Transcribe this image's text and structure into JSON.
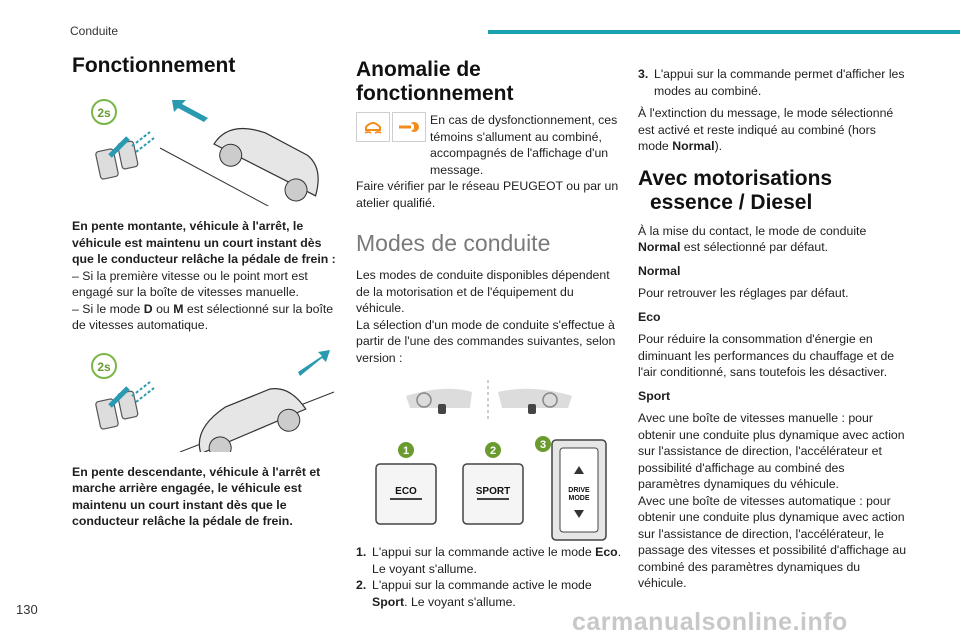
{
  "header": {
    "section": "Conduite"
  },
  "footer": {
    "page_number": "130",
    "watermark": "carmanualsonline.info"
  },
  "col1": {
    "title": "Fonctionnement",
    "fig1_badge": "2s",
    "p1": "En pente montante, véhicule à l'arrêt, le véhicule est maintenu un court instant dès que le conducteur relâche la pédale de frein :",
    "p1_item1": "–  Si la première vitesse ou le point mort est engagé sur la boîte de vitesses manuelle.",
    "p1_item2_a": "–  Si le mode ",
    "p1_item2_d": "D",
    "p1_item2_ou": " ou ",
    "p1_item2_m": "M",
    "p1_item2_b": " est sélectionné sur la boîte de vitesses automatique.",
    "fig2_badge": "2s",
    "p2": "En pente descendante, véhicule à l'arrêt et marche arrière engagée, le véhicule est maintenu un court instant dès que le conducteur relâche la pédale de frein."
  },
  "col2": {
    "title1": "Anomalie de",
    "title2": "fonctionnement",
    "anomaly_text": "En cas de dysfonctionnement, ces témoins s'allument au combiné, accompagnés de l'affichage d'un message.",
    "anomaly_text2": "Faire vérifier par le réseau PEUGEOT ou par un atelier qualifié.",
    "modes_title": "Modes de conduite",
    "modes_p1": "Les modes de conduite disponibles dépendent de la motorisation et de l'équipement du véhicule.",
    "modes_p2": "La sélection d'un mode de conduite s'effectue à partir de l'une des commandes suivantes, selon version :",
    "btn1_num": "1",
    "btn2_num": "2",
    "btn3_num": "3",
    "btn1_label": "ECO",
    "btn2_label": "SPORT",
    "btn3_label1": "DRIVE",
    "btn3_label2": "MODE",
    "list": [
      {
        "num": "1.",
        "text_a": "L'appui sur la commande active le mode ",
        "bold": "Eco",
        "text_b": ".",
        "line2": "Le voyant s'allume."
      },
      {
        "num": "2.",
        "text_a": "L'appui sur la commande active le mode ",
        "bold": "Sport",
        "text_b": ". Le voyant s'allume.",
        "line2": ""
      }
    ],
    "colors": {
      "accent": "#19a0ae",
      "warning": "#f28c1e",
      "badge_green": "#6a9b2f"
    }
  },
  "col3": {
    "item3_num": "3.",
    "item3_text": "L'appui sur la commande permet d'afficher les modes au combiné.",
    "p_extinction_a": "À l'extinction du message, le mode sélectionné est activé et reste indiqué au combiné (hors mode ",
    "p_extinction_bold": "Normal",
    "p_extinction_b": ").",
    "title1": "Avec motorisations",
    "title2": "essence / Diesel",
    "intro_a": "À la mise du contact, le mode de conduite ",
    "intro_bold": "Normal",
    "intro_b": " est sélectionné par défaut.",
    "normal_head": "Normal",
    "normal_text": "Pour retrouver les réglages par défaut.",
    "eco_head": "Eco",
    "eco_text": "Pour réduire la consommation d'énergie en diminuant les performances du chauffage et de l'air conditionné, sans toutefois les désactiver.",
    "sport_head": "Sport",
    "sport_text1": "Avec une boîte de vitesses manuelle : pour obtenir une conduite plus dynamique avec action sur l'assistance de direction, l'accélérateur et possibilité d'affichage au combiné des paramètres dynamiques du véhicule.",
    "sport_text2": "Avec une boîte de vitesses automatique : pour obtenir une conduite plus dynamique avec action sur l'assistance de direction, l'accélérateur, le passage des vitesses et possibilité d'affichage au combiné des paramètres dynamiques du véhicule."
  }
}
